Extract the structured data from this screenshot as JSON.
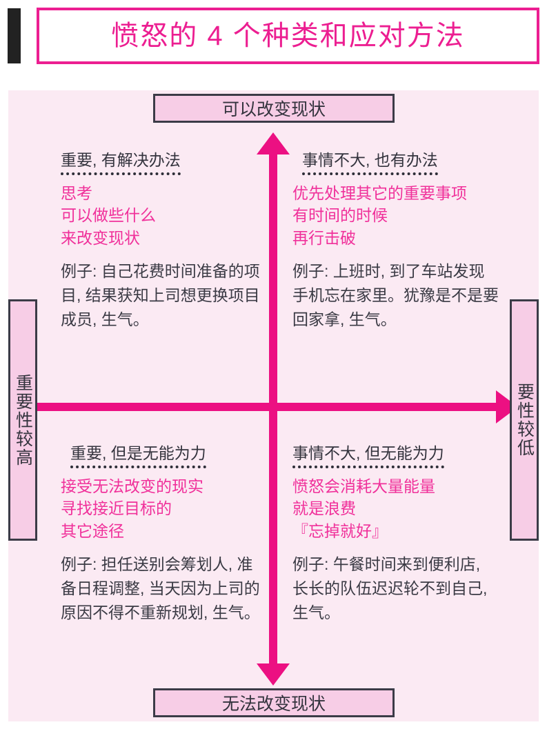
{
  "title": "愤怒的 4 个种类和应对方法",
  "axis_labels": {
    "top": "可以改变现状",
    "bottom": "无法改变现状",
    "left": "重要性较高",
    "right": "要性较低"
  },
  "quadrants": {
    "top_left": {
      "heading": "重要, 有解决办法",
      "points": [
        "思考",
        "可以做些什么",
        "来改变现状"
      ],
      "example": "例子: 自己花费时间准备的项目, 结果获知上司想更换项目成员, 生气。"
    },
    "top_right": {
      "heading": "事情不大, 也有办法",
      "points": [
        "优先处理其它的重要事项",
        "有时间的时候",
        "再行击破"
      ],
      "example": "例子: 上班时, 到了车站发现手机忘在家里。犹豫是不是要回家拿, 生气。"
    },
    "bottom_left": {
      "heading": "重要, 但是无能为力",
      "points": [
        "接受无法改变的现实",
        "寻找接近目标的",
        "其它途径"
      ],
      "example": "例子: 担任送别会筹划人, 准备日程调整, 当天因为上司的原因不得不重新规划, 生气。"
    },
    "bottom_right": {
      "heading": "事情不大, 但无能为力",
      "points": [
        "愤怒会消耗大量能量",
        "就是浪费",
        "『忘掉就好』"
      ],
      "example": "例子: 午餐时间来到便利店, 长长的队伍迟迟轮不到自己, 生气。"
    }
  },
  "colors": {
    "accent_magenta": "#ec1e91",
    "axis_magenta": "#ec1082",
    "panel_bg": "#fbeaf3",
    "label_box_bg": "#f7cde6",
    "text_dark": "#33333d",
    "point_pink": "#f0309a"
  }
}
